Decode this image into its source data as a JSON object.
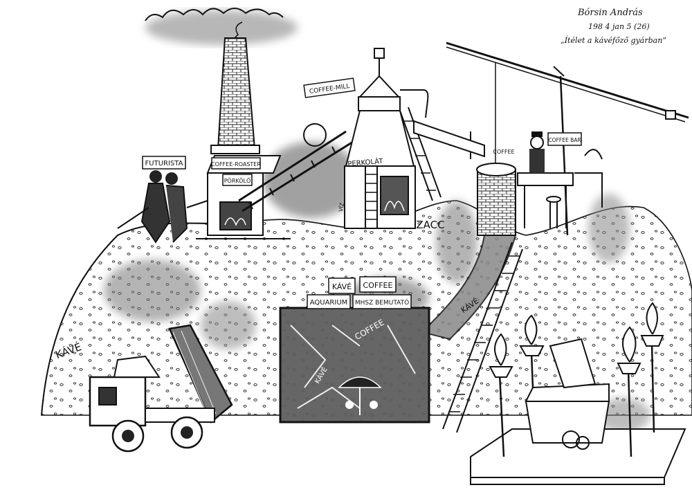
{
  "signature": {
    "line1": "Bórsin András",
    "line2": "198 4 jan 5 (26)",
    "line3": "„Ítélet a kávéfőző gyárban”"
  },
  "signs": {
    "futurista": "FUTURISTA",
    "coffee_mill": "COFFEE-MILL",
    "coffee_roaster": "COFFEE-ROASTER",
    "porkolo": "PÖRKÖLŐ",
    "perkolat": "PERKOLÁT",
    "viz": "VÍZ",
    "coffee_well": "COFFEE",
    "coffee_bar": "COFFEE BAR",
    "zacc": "ZACC",
    "kave_box": "KÁVÉ",
    "coffee_box": "COFFEE",
    "aquarium": "AQUARIUM",
    "mhsz": "MHSZ BEMUTATÓ",
    "coffee_tank": "COFFEE",
    "kave_left": "KÁVÉ",
    "kave_right": "KÁVÉ",
    "kave_tank": "KÁVÉ"
  }
}
